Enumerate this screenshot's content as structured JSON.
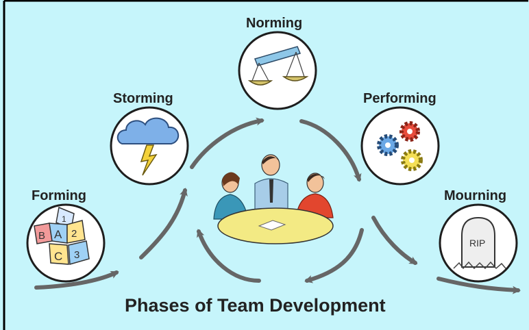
{
  "colors": {
    "background": "#c6f5fb",
    "frame": "#000000",
    "arrow": "#666666",
    "circle_fill": "#ffffff",
    "circle_stroke": "#1e1e1e",
    "text": "#222222"
  },
  "stages": [
    {
      "label": "Forming",
      "icon": "abc-blocks-icon"
    },
    {
      "label": "Storming",
      "icon": "storm-cloud-icon"
    },
    {
      "label": "Norming",
      "icon": "balance-scale-icon"
    },
    {
      "label": "Performing",
      "icon": "gears-icon"
    },
    {
      "label": "Mourning",
      "icon": "tombstone-icon"
    }
  ],
  "icons": {
    "blocks": {
      "a": "A",
      "b": "B",
      "c": "C",
      "one": "1",
      "two": "2",
      "three": "3"
    },
    "tombstone_text": "RIP"
  },
  "center_icon": "team-meeting-icon",
  "title": "Phases of Team Development"
}
